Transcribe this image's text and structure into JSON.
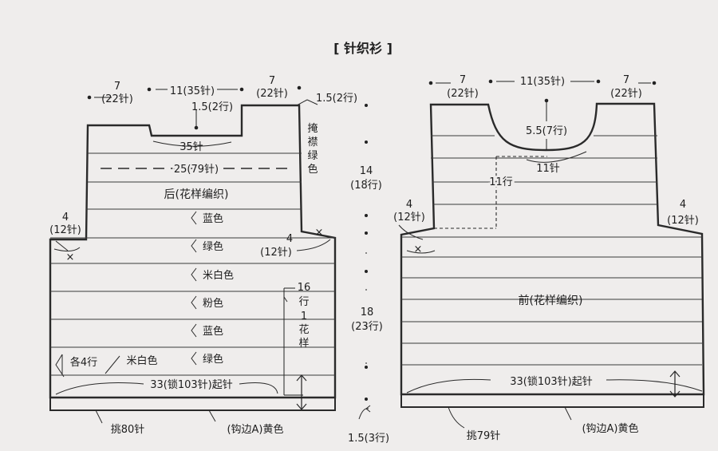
{
  "title": "[ 针织衫 ]",
  "back": {
    "top_left_w": [
      "7",
      "(22针)"
    ],
    "top_mid_w": "11(35针)",
    "top_right_w": [
      "7",
      "(22针)"
    ],
    "neck_depth": "1.5(2行)",
    "shoulder_rows": "1.5(2行)",
    "neck_sts": "35针",
    "bind_off_stitches": "25(79针)",
    "pattern_label": "后(花样编织)",
    "stripes": [
      "蓝色",
      "绿色",
      "米白色",
      "粉色",
      "蓝色",
      "绿色"
    ],
    "note_vertical": [
      "掩",
      "襟",
      "绿",
      "色"
    ],
    "left_armhole": [
      "4",
      "(12针)"
    ],
    "right_armhole": [
      "4",
      "(12针)"
    ],
    "repeat_rows": [
      "16",
      "行",
      "1",
      "花",
      "样"
    ],
    "each_rows": "各4行",
    "each_color": "米白色",
    "cast_on": "33(锁103针)起针",
    "pick_up": "挑80针",
    "edging": "(钩边A)黄色"
  },
  "middle": {
    "upper": [
      "14",
      "(18行)"
    ],
    "lower": [
      "18",
      "(23行)"
    ],
    "hem": "1.5(3行)"
  },
  "front": {
    "top_left_w": [
      "7",
      "(22针)"
    ],
    "top_mid_w": "11(35针)",
    "top_right_w": [
      "7",
      "(22针)"
    ],
    "neck_depth": "5.5(7行)",
    "neck_width": "11针",
    "neck_rows": "11行",
    "left_armhole": [
      "4",
      "(12针)"
    ],
    "right_armhole": [
      "4",
      "(12针)"
    ],
    "pattern_label": "前(花样编织)",
    "cast_on": "33(锁103针)起针",
    "pick_up": "挑79针",
    "edging": "(钩边A)黄色"
  }
}
